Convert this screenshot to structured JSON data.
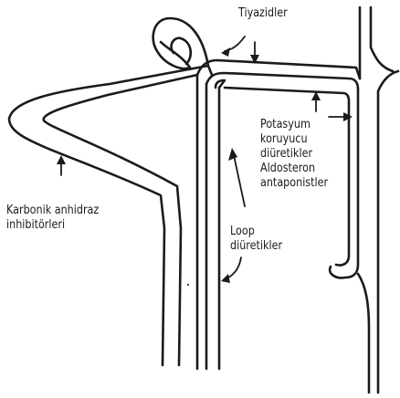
{
  "labels": {
    "thiazides": "Tiyazidler",
    "carbonic_line1": "Karbonik anhidraz",
    "carbonic_line2": "inhibitörleri",
    "potassium_line1": "Potasyum",
    "potassium_line2": "koruyucu",
    "potassium_line3": "diüretikler",
    "potassium_line4": "Aldosteron",
    "potassium_line5": "antaponistler",
    "loop_line1": "Loop",
    "loop_line2": "diüretikler"
  }
}
